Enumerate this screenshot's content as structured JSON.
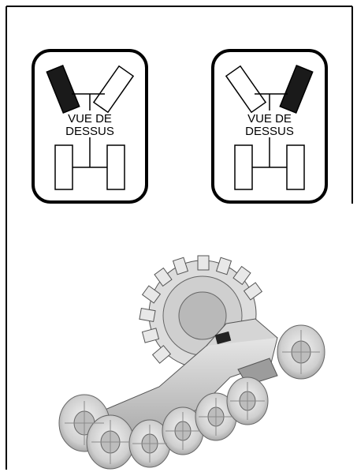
{
  "cards": [
    {
      "label_line1": "VUE DE",
      "label_line2": "DESSUS",
      "active_wheel": "left"
    },
    {
      "label_line1": "VUE DE",
      "label_line2": "DESSUS",
      "active_wheel": "right"
    }
  ],
  "icons": {
    "left_card": "left-wheel-turn-icon",
    "right_card": "right-wheel-turn-icon",
    "illustration": "wheel-assembly-illustration"
  }
}
